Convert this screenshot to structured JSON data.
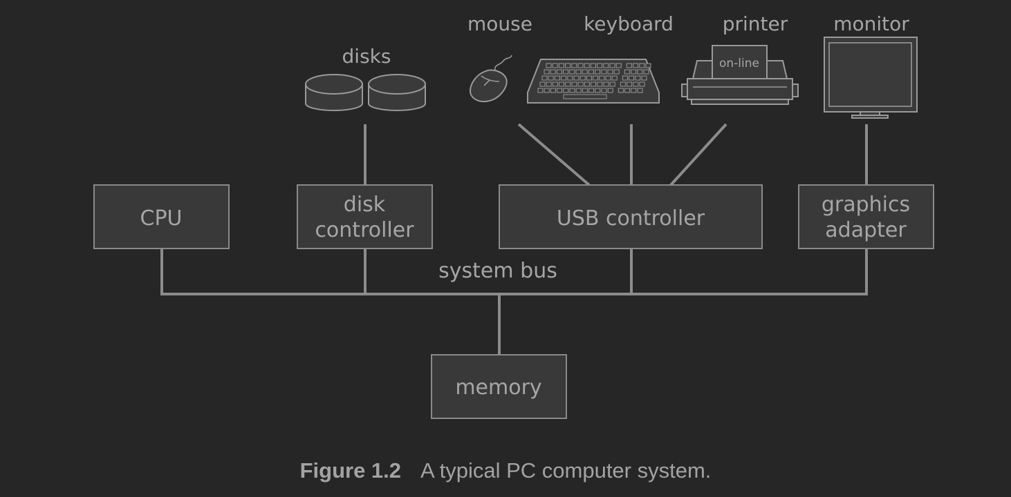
{
  "devices": {
    "disks": "disks",
    "mouse": "mouse",
    "keyboard": "keyboard",
    "printer": "printer",
    "printer_paper": "on-line",
    "monitor": "monitor"
  },
  "controllers": {
    "cpu": "CPU",
    "disk_line1": "disk",
    "disk_line2": "controller",
    "usb": "USB controller",
    "graphics_line1": "graphics",
    "graphics_line2": "adapter"
  },
  "bus": {
    "label": "system bus"
  },
  "memory": {
    "label": "memory"
  },
  "caption": {
    "number": "Figure 1.2",
    "text": "A typical PC computer system."
  }
}
